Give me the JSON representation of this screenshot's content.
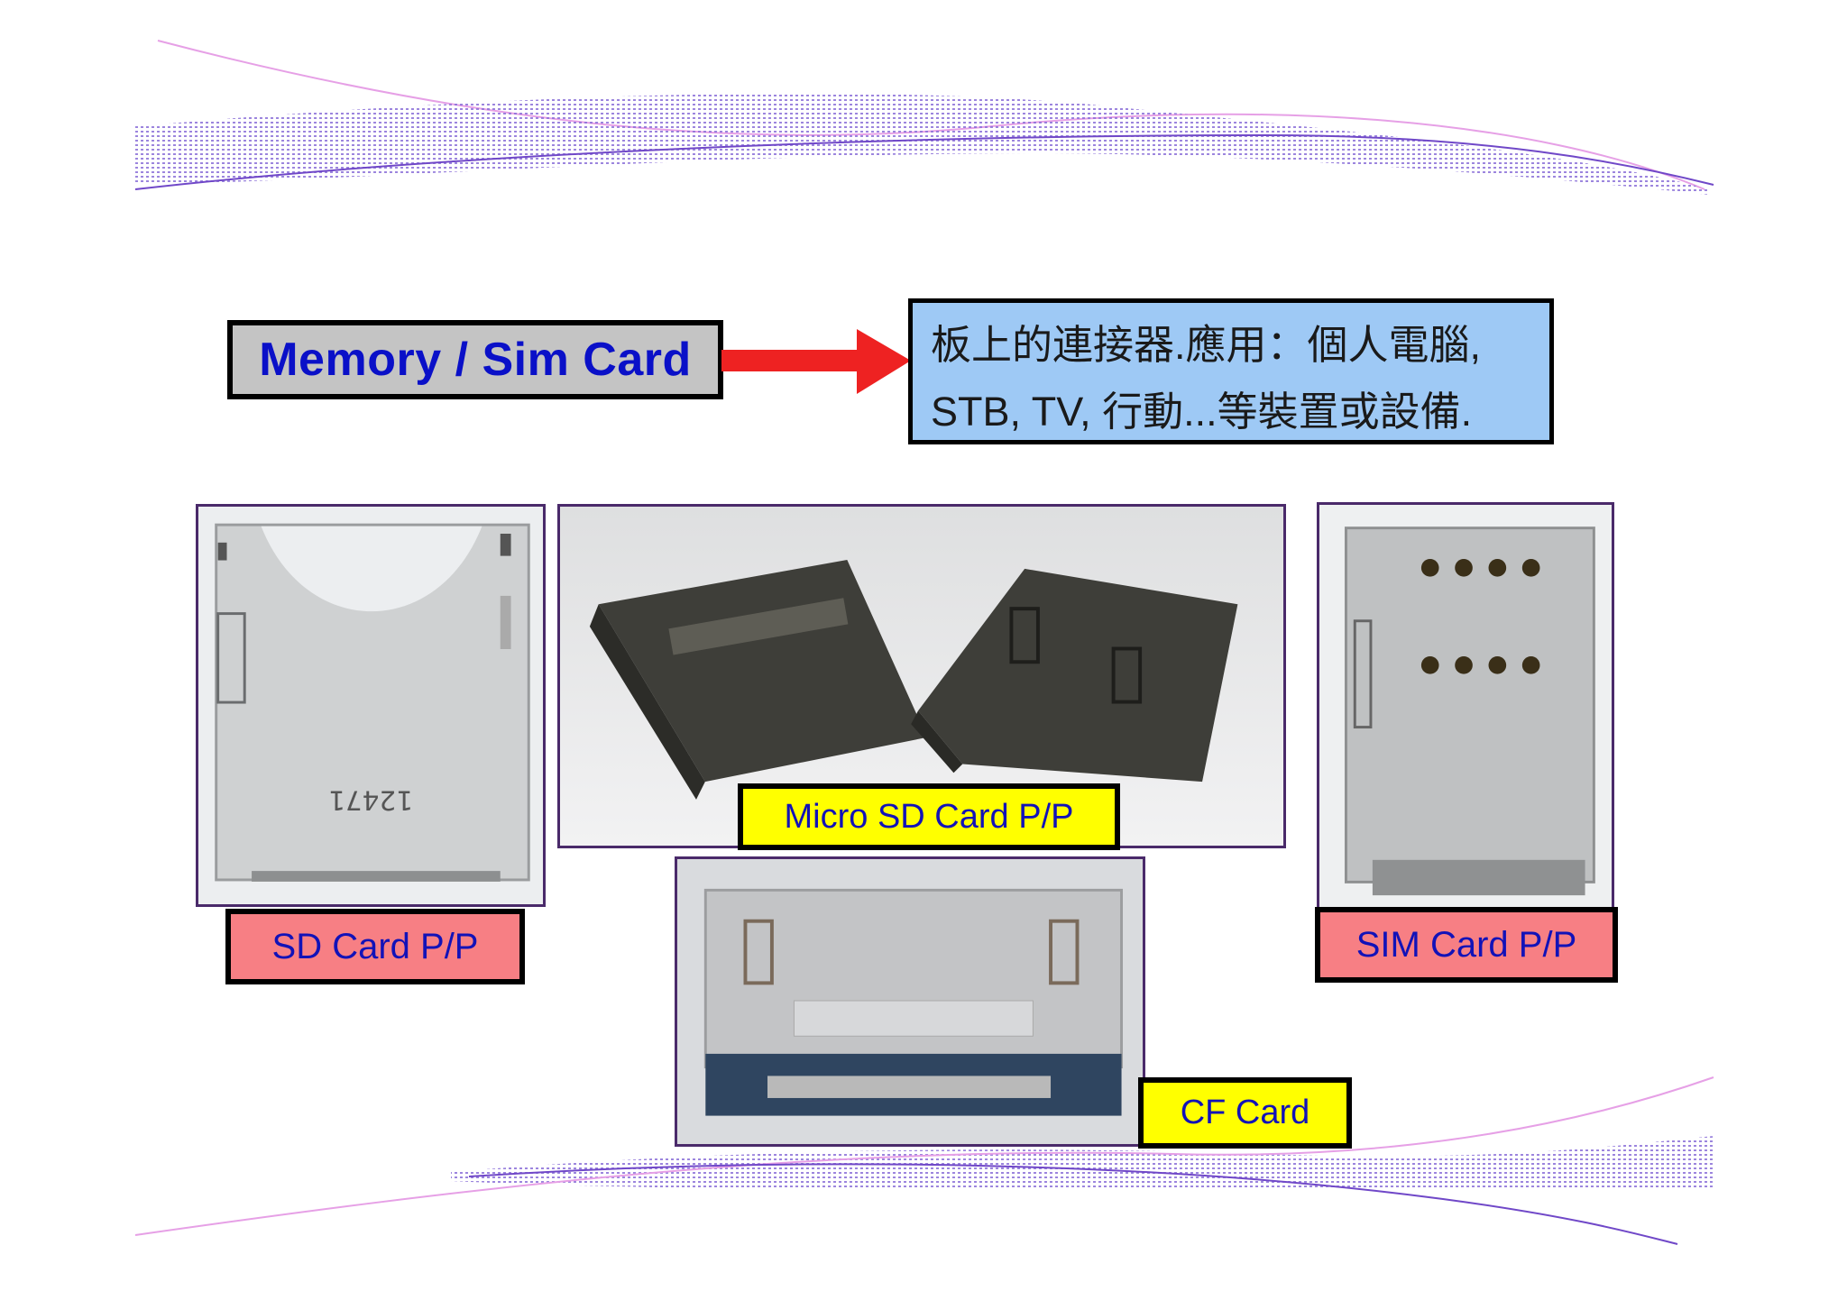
{
  "header": {
    "title": "Memory / Sim Card",
    "description_lines": [
      "板上的連接器.應用：個人電腦,",
      "STB, TV, 行動...等裝置或設備."
    ]
  },
  "products": [
    {
      "label": "SD Card P/P",
      "marking": "12471"
    },
    {
      "label": "Micro SD Card P/P"
    },
    {
      "label": "SIM Card P/P"
    },
    {
      "label": "CF Card"
    }
  ],
  "colors": {
    "title_bg": "#c4c4c4",
    "title_text": "#0a10c8",
    "description_bg": "#9ec9f5",
    "arrow": "#ee2222",
    "label_pink": "#f77f84",
    "label_yellow": "#ffff00",
    "label_text": "#1212b8",
    "decor_wave": "#7a5fd0"
  },
  "icons": {
    "arrow": "right-arrow-icon",
    "decor": "wave-decoration"
  }
}
